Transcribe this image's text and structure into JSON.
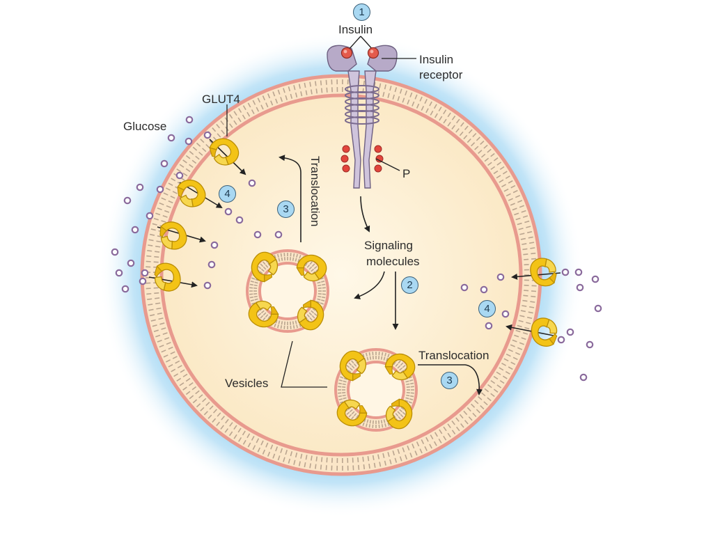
{
  "labels": {
    "insulin": "Insulin",
    "receptor_line1": "Insulin",
    "receptor_line2": "receptor",
    "phosphate": "P",
    "glut4": "GLUT4",
    "glucose": "Glucose",
    "translocation_vertical": "Translocation",
    "translocation_horizontal": "Translocation",
    "signaling_line1": "Signaling",
    "signaling_line2": "molecules",
    "vesicles": "Vesicles"
  },
  "steps": {
    "step1": "1",
    "step2": "2",
    "step3_left": "3",
    "step3_bottom": "3",
    "step4_left": "4",
    "step4_right": "4"
  },
  "colors": {
    "halo": "#7fc8f0",
    "cytoplasm": "#fdf2d8",
    "membrane_head": "#e89a8e",
    "membrane_tail": "#b9a48f",
    "glut4": "#f3c316",
    "glucose": "#8a6a9c",
    "receptor": "#b7aac8",
    "phosphate": "#e2453c"
  }
}
